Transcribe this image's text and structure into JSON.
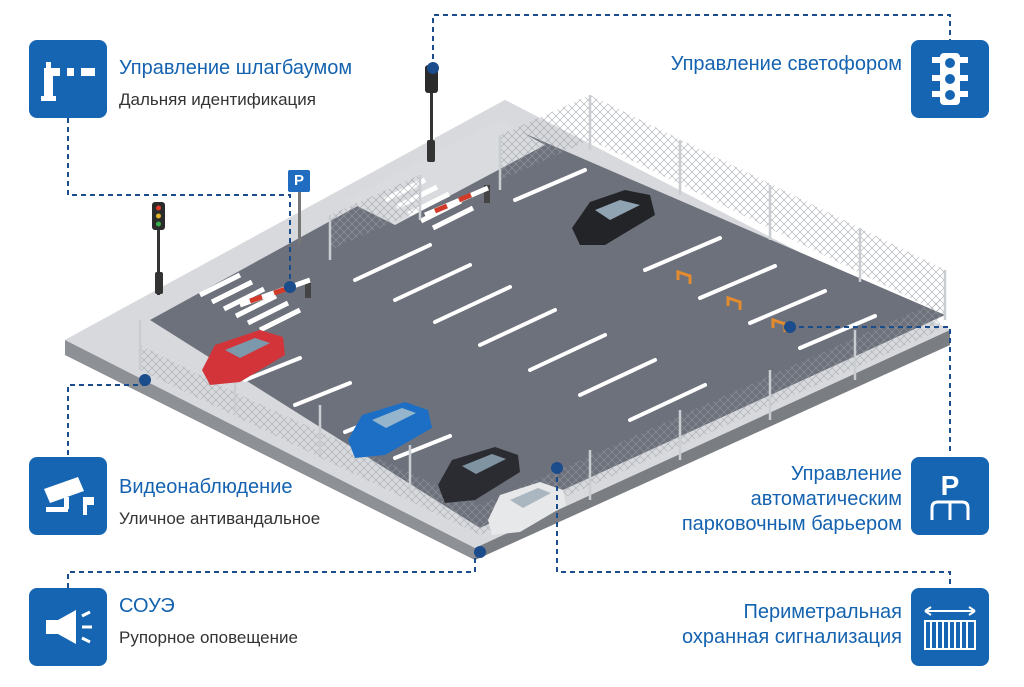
{
  "colors": {
    "accent": "#1665b3",
    "title": "#1563b0",
    "text": "#333333"
  },
  "features": {
    "barrier": {
      "title": "Управление шлагбаумом",
      "subtitle": "Дальняя идентификация",
      "icon": "barrier-icon"
    },
    "traffic_light": {
      "title": "Управление светофором",
      "icon": "traffic-light-icon"
    },
    "video": {
      "title": "Видеонаблюдение",
      "subtitle": "Уличное антивандальное",
      "icon": "cctv-camera-icon"
    },
    "parking_barrier": {
      "title_lines": [
        "Управление",
        "автоматическим",
        "парковочным барьером"
      ],
      "icon": "parking-barrier-icon",
      "icon_letter": "P"
    },
    "announce": {
      "title": "СОУЭ",
      "subtitle": "Рупорное оповещение",
      "icon": "loudspeaker-icon"
    },
    "perimeter": {
      "title_lines": [
        "Периметральная",
        "охранная сигнализация"
      ],
      "icon": "perimeter-fence-icon"
    }
  },
  "sign": {
    "letter": "P"
  }
}
